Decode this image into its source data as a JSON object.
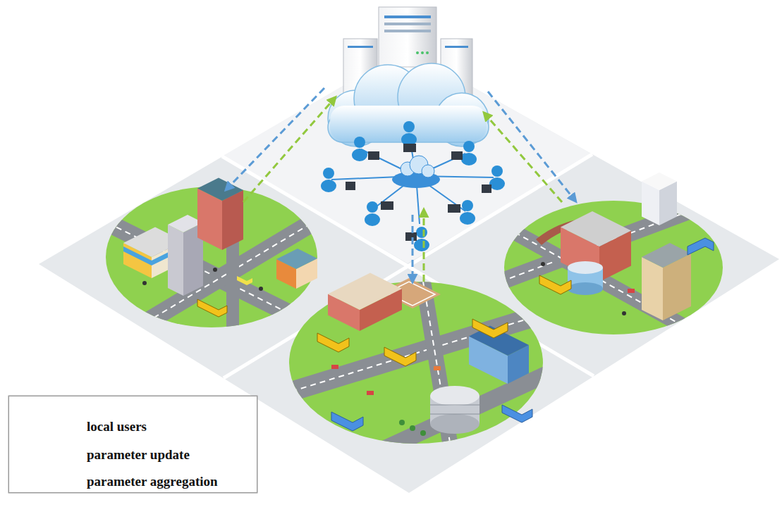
{
  "diagram": {
    "legend": [
      {
        "text": "local users"
      },
      {
        "text": "parameter update"
      },
      {
        "text": "parameter aggregation"
      }
    ]
  }
}
